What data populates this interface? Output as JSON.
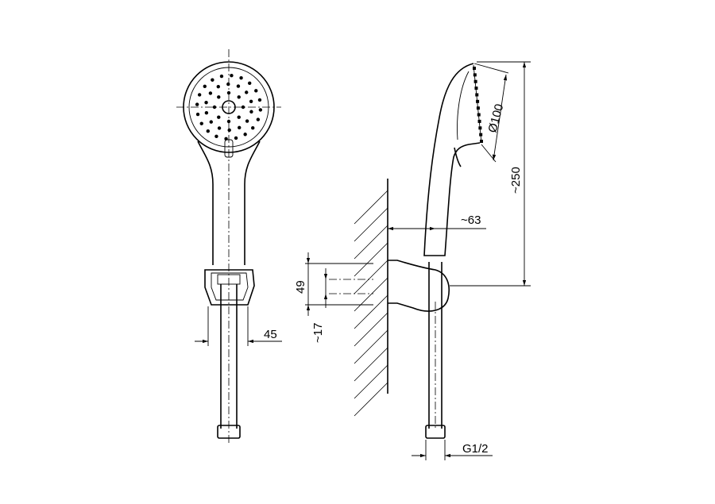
{
  "dimensions": {
    "width_holder": "45",
    "projection": "~63",
    "height_holder": "49",
    "offset": "~17",
    "head_diameter": "Ø100",
    "length": "~250",
    "thread": "G1/2"
  }
}
